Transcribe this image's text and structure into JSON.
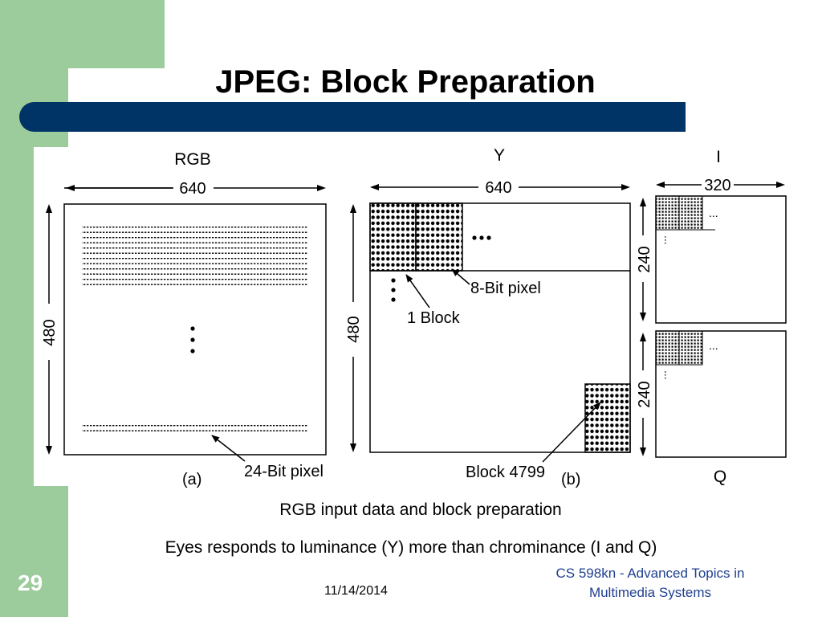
{
  "slide": {
    "title": "JPEG: Block Preparation",
    "number": "29",
    "caption_1": "RGB input data and block preparation",
    "caption_2": "Eyes responds to luminance (Y) more than chrominance (I and Q)",
    "footer_date": "11/14/2014",
    "footer_course": "CS 598kn - Advanced Topics in Multimedia Systems"
  },
  "diagram": {
    "rgb_label": "RGB",
    "y_label": "Y",
    "i_label": "I",
    "q_label": "Q",
    "rgb_width": "640",
    "rgb_height": "480",
    "y_width": "640",
    "y_height": "480",
    "i_width": "320",
    "i_height": "240",
    "q_height": "240",
    "pixel_24": "24-Bit pixel",
    "pixel_8": "8-Bit pixel",
    "block_1": "1 Block",
    "block_4799": "Block 4799",
    "part_a": "(a)",
    "part_b": "(b)",
    "ellipsis": "..."
  },
  "colors": {
    "green": "#9ccc9b",
    "title_bar": "#003366",
    "footer_text": "#1f3f8f"
  }
}
